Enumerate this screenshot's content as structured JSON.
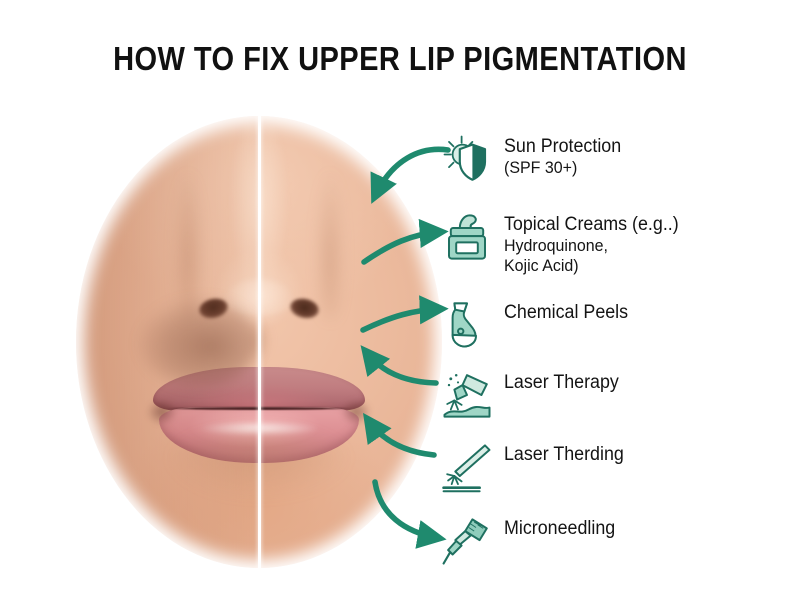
{
  "title": "HOW TO FIX UPPER LIP PIGMENTATION",
  "colors": {
    "accent_dark_teal": "#1f7a66",
    "accent_teal": "#2a9d7f",
    "icon_mint": "#9fd6c6",
    "icon_outline": "#1f7060",
    "title": "#111111",
    "text": "#141414",
    "skin": "#e8b89a",
    "lip": "#dd9094",
    "background": "#ffffff"
  },
  "image": {
    "name": "before-after-lip-photo",
    "description": "Split before and after close-up of nose and lips",
    "divider": "vertical-white-line"
  },
  "items": [
    {
      "icon": "sun-shield-icon",
      "label": "Sun Protection",
      "sub1": "(SPF 30+)",
      "sub2": "",
      "arrow": "curve-left-down"
    },
    {
      "icon": "cream-jar-icon",
      "label": "Topical Creams (e.g..)",
      "sub1": "Hydroquinone,",
      "sub2": "Kojic Acid)",
      "arrow": "curve-right"
    },
    {
      "icon": "chemical-peel-icon",
      "label": "Chemical Peels",
      "sub1": "",
      "sub2": "",
      "arrow": "curve-right"
    },
    {
      "icon": "laser-wand-icon",
      "label": "Laser Therapy",
      "sub1": "",
      "sub2": "",
      "arrow": "curve-left-up"
    },
    {
      "icon": "laser-beam-icon",
      "label": "Laser Therding",
      "sub1": "",
      "sub2": "",
      "arrow": "curve-left-up"
    },
    {
      "icon": "derma-roller-icon",
      "label": "Microneedling",
      "sub1": "",
      "sub2": "",
      "arrow": "curve-right-down"
    }
  ]
}
